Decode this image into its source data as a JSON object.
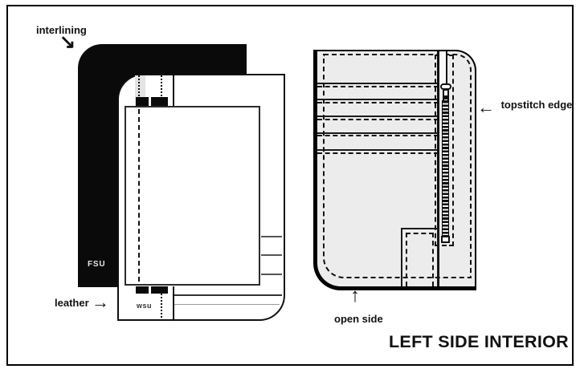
{
  "title": "LEFT SIDE INTERIOR",
  "left_figure": {
    "interlining_label": "interlining",
    "leather_label": "leather",
    "fsu_marking": "FSU",
    "wsu_marking": "wsu"
  },
  "right_figure": {
    "topstitch_edge_label": "topstitch edge",
    "open_side_label": "open side"
  },
  "icons": {
    "interlining_arrow": "↘",
    "leather_arrow": "→",
    "topstitch_arrow": "←",
    "open_side_arrow": "↑"
  },
  "colors": {
    "background": "#ffffff",
    "interlining_fill": "#0a0a0a",
    "panel_fill": "#ececec",
    "outline": "#111111"
  }
}
